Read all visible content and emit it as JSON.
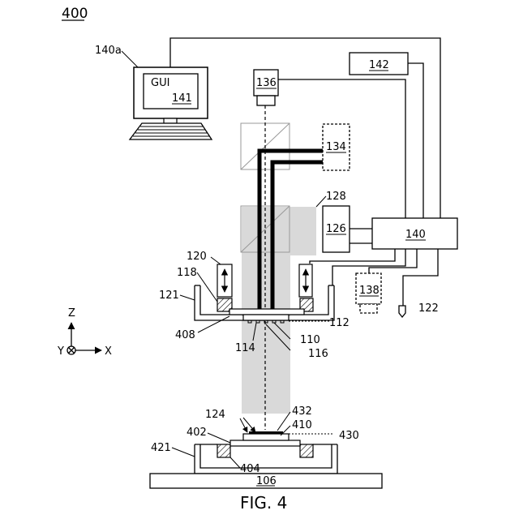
{
  "figure_number": "400",
  "caption": "FIG. 4",
  "monitor": {
    "label": "GUI",
    "ref": "141"
  },
  "axes": {
    "z": "Z",
    "y": "Y",
    "x": "X"
  },
  "labels": [
    {
      "id": "lbl-140a",
      "text": "140a"
    },
    {
      "id": "lbl-136",
      "text": "136"
    },
    {
      "id": "lbl-142",
      "text": "142"
    },
    {
      "id": "lbl-134",
      "text": "134"
    },
    {
      "id": "lbl-128",
      "text": "128"
    },
    {
      "id": "lbl-126",
      "text": "126"
    },
    {
      "id": "lbl-140",
      "text": "140"
    },
    {
      "id": "lbl-120",
      "text": "120"
    },
    {
      "id": "lbl-118",
      "text": "118"
    },
    {
      "id": "lbl-121",
      "text": "121"
    },
    {
      "id": "lbl-138",
      "text": "138"
    },
    {
      "id": "lbl-122",
      "text": "122"
    },
    {
      "id": "lbl-112",
      "text": "112"
    },
    {
      "id": "lbl-408",
      "text": "408"
    },
    {
      "id": "lbl-110",
      "text": "110"
    },
    {
      "id": "lbl-114",
      "text": "114"
    },
    {
      "id": "lbl-116",
      "text": "116"
    },
    {
      "id": "lbl-124",
      "text": "124"
    },
    {
      "id": "lbl-432",
      "text": "432"
    },
    {
      "id": "lbl-410",
      "text": "410"
    },
    {
      "id": "lbl-430",
      "text": "430"
    },
    {
      "id": "lbl-402",
      "text": "402"
    },
    {
      "id": "lbl-421",
      "text": "421"
    },
    {
      "id": "lbl-404",
      "text": "404"
    },
    {
      "id": "lbl-106",
      "text": "106"
    }
  ]
}
